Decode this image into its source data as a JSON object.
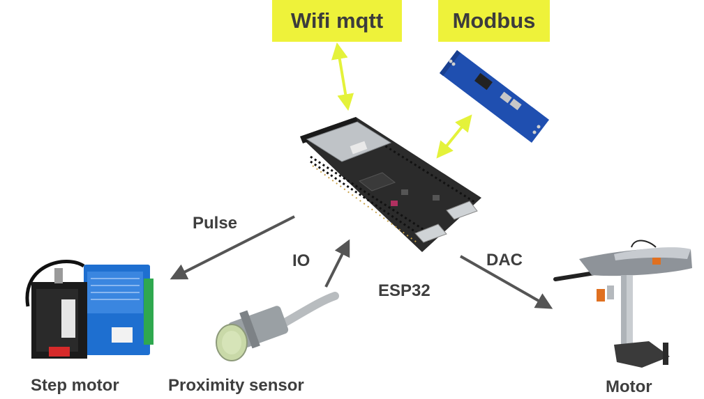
{
  "tags": {
    "wifi": "Wifi mqtt",
    "modbus": "Modbus"
  },
  "labels": {
    "pulse": "Pulse",
    "io": "IO",
    "dac": "DAC",
    "esp32": "ESP32",
    "step_motor": "Step motor",
    "proximity_sensor": "Proximity sensor",
    "motor": "Motor"
  },
  "colors": {
    "tag_bg": "#eef23a",
    "bidir_arrow": "#e4f23a",
    "arrow": "#555555",
    "text": "#3e3e3e"
  },
  "icons": {
    "esp32": "esp32-board-icon",
    "modbus": "rs485-module-icon",
    "step_motor": "stepper-motor-driver-icon",
    "sensor": "proximity-sensor-icon",
    "motor": "outboard-motor-icon"
  }
}
